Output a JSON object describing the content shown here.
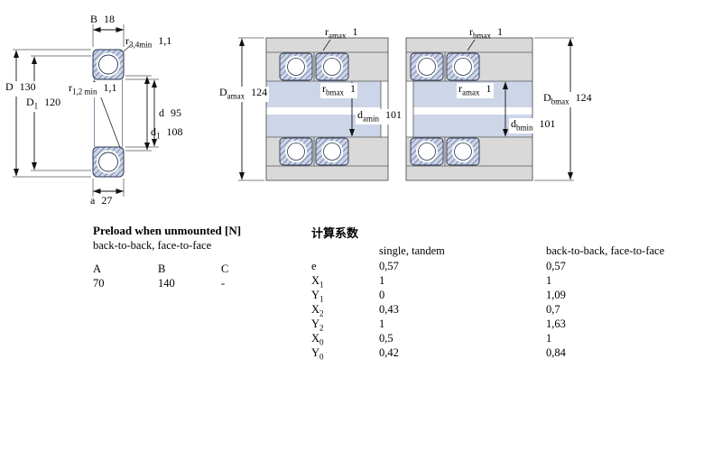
{
  "colors": {
    "section_fill": "#ccd5e8",
    "hatch": "#4a5880",
    "housing_gray": "#d9d9d9",
    "shaft_fill": "#ccd6e8",
    "line": "#111111"
  },
  "left_drawing": {
    "labels": {
      "B": {
        "sym": "B",
        "sub": "",
        "val": "18"
      },
      "r34": {
        "sym": "r",
        "sub": "3,4min",
        "val": "1,1"
      },
      "D": {
        "sym": "D",
        "sub": "",
        "val": "130"
      },
      "r12": {
        "sym": "r",
        "sub": "1,2 min",
        "val": "1,1"
      },
      "D1": {
        "sym": "D",
        "sub": "1",
        "val": "120"
      },
      "d": {
        "sym": "d",
        "sub": "",
        "val": "95"
      },
      "d1": {
        "sym": "d",
        "sub": "1",
        "val": "108"
      },
      "a": {
        "sym": "a",
        "sub": "",
        "val": "27"
      }
    }
  },
  "middle_drawing": {
    "labels": {
      "ra_top": {
        "sym": "r",
        "sub": "amax",
        "val": "1"
      },
      "Da": {
        "sym": "D",
        "sub": "amax",
        "val": "124"
      },
      "rb_mid": {
        "sym": "r",
        "sub": "bmax",
        "val": "1"
      },
      "da": {
        "sym": "d",
        "sub": "amin",
        "val": "101"
      }
    }
  },
  "right_drawing": {
    "labels": {
      "rb_top": {
        "sym": "r",
        "sub": "bmax",
        "val": "1"
      },
      "ra_mid": {
        "sym": "r",
        "sub": "amax",
        "val": "1"
      },
      "Db": {
        "sym": "D",
        "sub": "bmax",
        "val": "124"
      },
      "db": {
        "sym": "d",
        "sub": "bmin",
        "val": "101"
      }
    }
  },
  "preload_table": {
    "title": "Preload when unmounted [N]",
    "subtitle": "back-to-back, face-to-face",
    "headers": [
      "A",
      "B",
      "C"
    ],
    "values": [
      "70",
      "140",
      "-"
    ]
  },
  "factors_table": {
    "title": "计算系数",
    "col1_header": "single, tandem",
    "col2_header": "back-to-back, face-to-face",
    "rows": [
      {
        "sym": "e",
        "sub": "",
        "v1": "0,57",
        "v2": "0,57"
      },
      {
        "sym": "X",
        "sub": "1",
        "v1": "1",
        "v2": "1"
      },
      {
        "sym": "Y",
        "sub": "1",
        "v1": "0",
        "v2": "1,09"
      },
      {
        "sym": "X",
        "sub": "2",
        "v1": "0,43",
        "v2": "0,7"
      },
      {
        "sym": "Y",
        "sub": "2",
        "v1": "1",
        "v2": "1,63"
      },
      {
        "sym": "X",
        "sub": "0",
        "v1": "0,5",
        "v2": "1"
      },
      {
        "sym": "Y",
        "sub": "0",
        "v1": "0,42",
        "v2": "0,84"
      }
    ]
  }
}
